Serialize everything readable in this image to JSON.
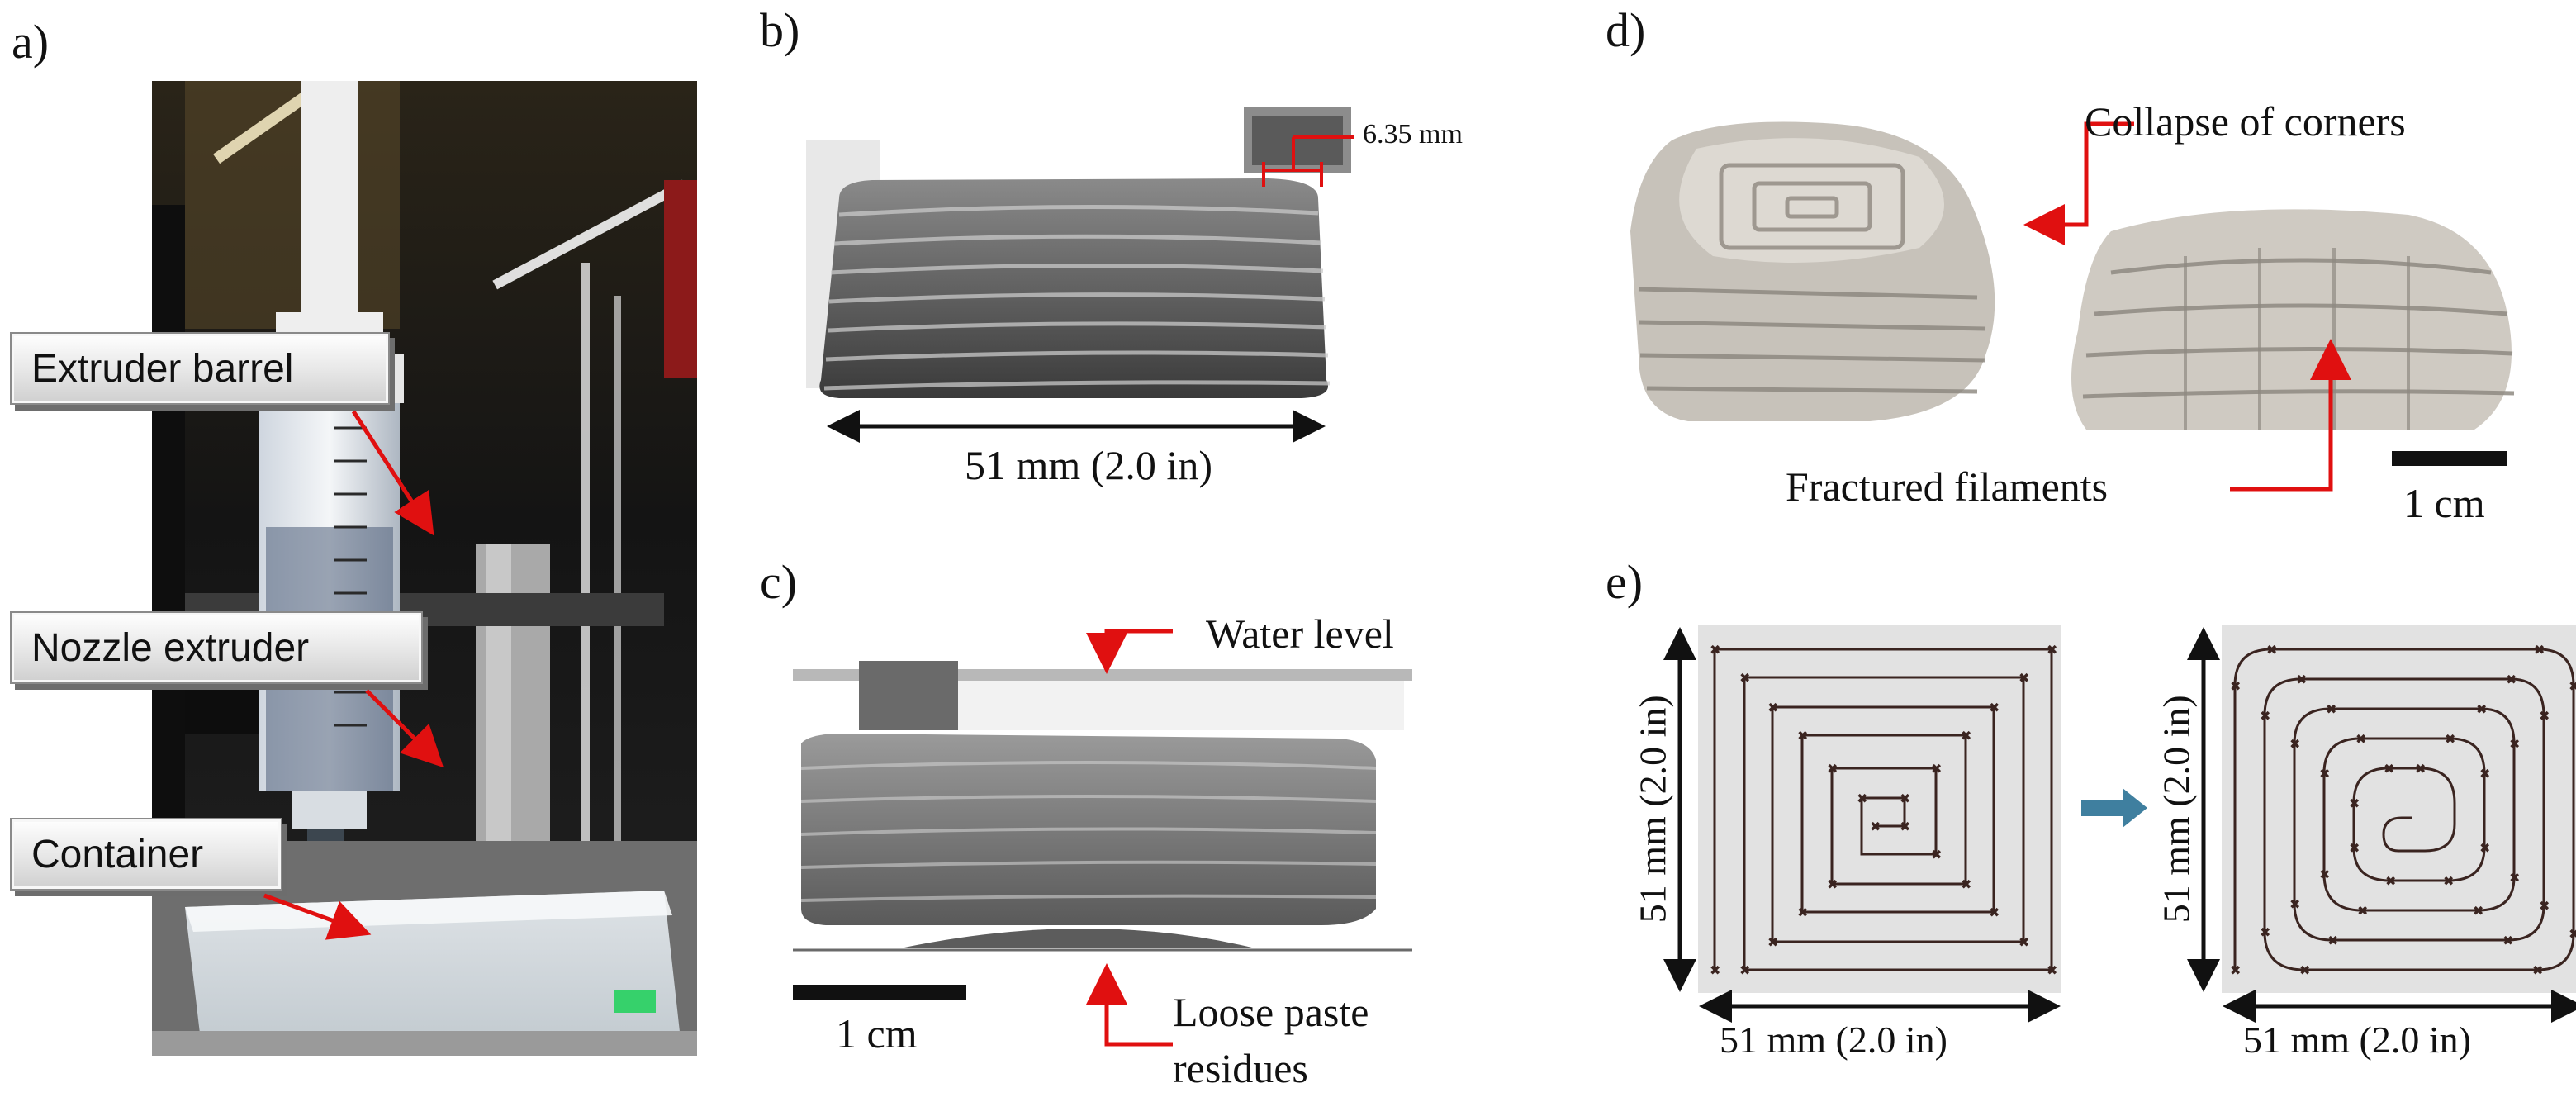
{
  "panels": {
    "a": {
      "label": "a)",
      "callouts": [
        "Extruder barrel",
        "Nozzle extruder",
        "Container"
      ]
    },
    "b": {
      "label": "b)",
      "nozzle_dim": "6.35 mm",
      "width_dim": "51 mm (2.0 in)"
    },
    "c": {
      "label": "c)",
      "water_level": "Water level",
      "residue_line1": "Loose paste",
      "residue_line2": "residues",
      "scale_bar": "1 cm"
    },
    "d": {
      "label": "d)",
      "collapse": "Collapse of corners",
      "fractured": "Fractured filaments",
      "scale_bar": "1 cm"
    },
    "e": {
      "label": "e)",
      "dim_left_vertical": "51 mm (2.0 in)",
      "dim_left_horizontal": "51 mm (2.0 in)",
      "dim_right_vertical": "51 mm (2.0 in)",
      "dim_right_horizontal": "51 mm (2.0 in)"
    }
  },
  "colors": {
    "annotation_red": "#e01010",
    "arrow_blue": "#3f7f9f",
    "toolpath": "#3a2420",
    "toolpath_bg": "#e2e2e2"
  }
}
